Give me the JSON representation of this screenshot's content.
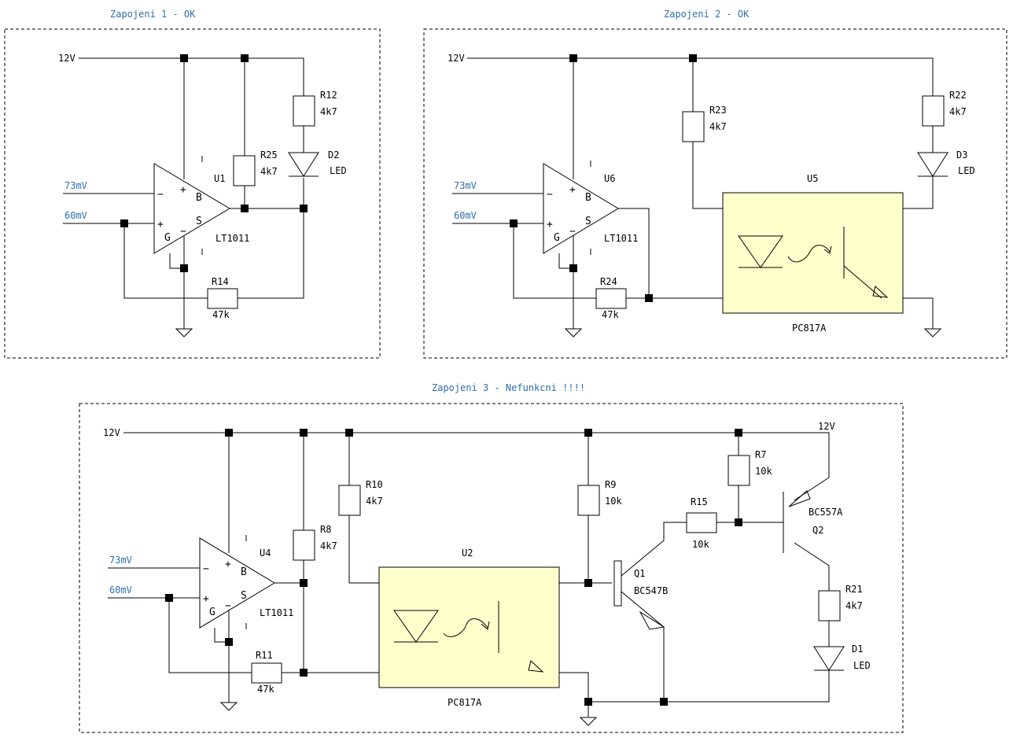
{
  "titles": {
    "c1": "Zapojeni 1 - OK",
    "c2": "Zapojeni 2 - OK",
    "c3": "Zapojeni 3 - Nefunkcni !!!!"
  },
  "signals": {
    "v12": "12V",
    "in_minus": "73mV",
    "in_plus": "60mV"
  },
  "pins": {
    "minus": "−",
    "plus": "+",
    "b": "B",
    "s": "S",
    "g": "G"
  },
  "c1": {
    "opamp_ref": "U1",
    "opamp_type": "LT1011",
    "r12": {
      "ref": "R12",
      "val": "4k7"
    },
    "r25": {
      "ref": "R25",
      "val": "4k7"
    },
    "r14": {
      "ref": "R14",
      "val": "47k"
    },
    "d2": {
      "ref": "D2",
      "val": "LED"
    }
  },
  "c2": {
    "opamp_ref": "U6",
    "opamp_type": "LT1011",
    "r22": {
      "ref": "R22",
      "val": "4k7"
    },
    "r23": {
      "ref": "R23",
      "val": "4k7"
    },
    "r24": {
      "ref": "R24",
      "val": "47k"
    },
    "d3": {
      "ref": "D3",
      "val": "LED"
    },
    "opto_ref": "U5",
    "opto_type": "PC817A"
  },
  "c3": {
    "opamp_ref": "U4",
    "opamp_type": "LT1011",
    "r8": {
      "ref": "R8",
      "val": "4k7"
    },
    "r10": {
      "ref": "R10",
      "val": "4k7"
    },
    "r11": {
      "ref": "R11",
      "val": "47k"
    },
    "r9": {
      "ref": "R9",
      "val": "10k"
    },
    "r7": {
      "ref": "R7",
      "val": "10k"
    },
    "r15": {
      "ref": "R15",
      "val": "10k"
    },
    "r21": {
      "ref": "R21",
      "val": "4k7"
    },
    "d1": {
      "ref": "D1",
      "val": "LED"
    },
    "q1": {
      "ref": "Q1",
      "type": "BC547B"
    },
    "q2": {
      "ref": "Q2",
      "type": "BC557A"
    },
    "opto_ref": "U2",
    "opto_type": "PC817A"
  }
}
